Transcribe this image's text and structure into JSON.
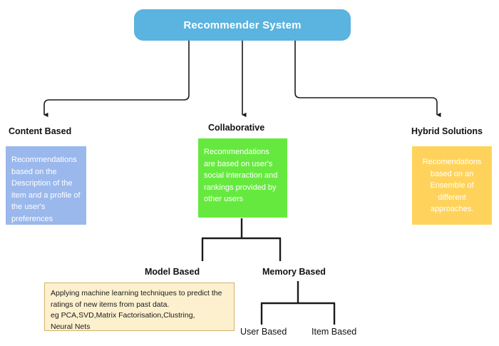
{
  "diagram": {
    "title": "Recommender System",
    "root": {
      "label": "Recommender System",
      "color": "#5BB3DF",
      "text_color": "#FFFFFF"
    },
    "branches": [
      {
        "key": "content_based",
        "heading": "Content Based",
        "color": "#9AB8EC",
        "description": "Recommendations based on the Description of the item and a profile of the user's preferences",
        "align": "left"
      },
      {
        "key": "collaborative",
        "heading": "Collaborative",
        "color": "#66E93F",
        "description": "Recommendations are based on user's social interaction and rankings provided by other users",
        "align": "left"
      },
      {
        "key": "hybrid_solutions",
        "heading": "Hybrid Solutions",
        "color": "#FFD35B",
        "description": "Recomendations based on an Ensemble of different approaches.",
        "align": "center"
      }
    ],
    "collaborative_children": [
      {
        "key": "model_based",
        "heading": "Model Based",
        "note": "Applying machine learning techniques to predict the ratings of new items from past data.\neg PCA,SVD,Matrix Factorisation,Clustring,\nNeural Nets",
        "note_fill": "#FCF0CE",
        "note_border": "#D3B367",
        "note_text_color": "#1A1A1A"
      },
      {
        "key": "memory_based",
        "heading": "Memory Based",
        "children": [
          {
            "key": "user_based",
            "label": "User Based"
          },
          {
            "key": "item_based",
            "label": "Item Based"
          }
        ]
      }
    ],
    "connector_color": "#1A1A1A",
    "background": "#FFFFFF"
  }
}
